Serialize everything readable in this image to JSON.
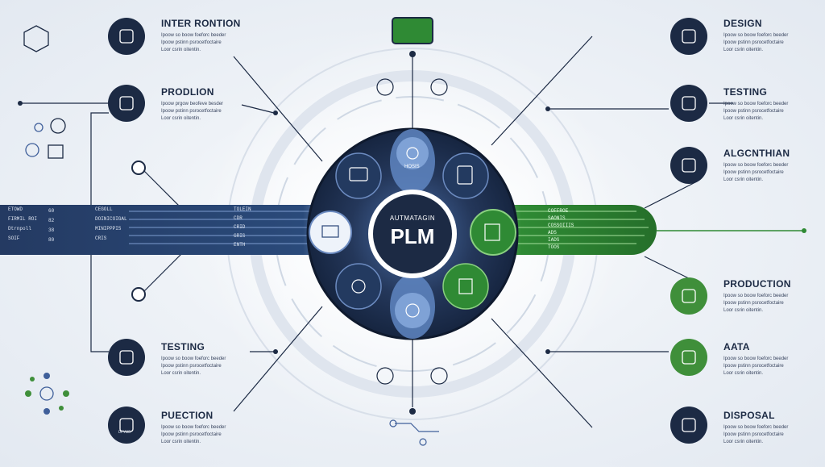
{
  "center": {
    "subtitle": "AUTMATAGIN",
    "title": "PLM"
  },
  "nodes": [
    {
      "id": "interaction",
      "title": "INTER RONTION",
      "desc": [
        "Ipoow so boow foeforc beeder",
        "Ipoow pstinn psrocetfoctaire",
        "Loor csrin oitentin."
      ],
      "icon": "drafting-tools-icon"
    },
    {
      "id": "prodlion",
      "title": "PRODLION",
      "desc": [
        "Ipoow prgow beofeve besder",
        "Ipoow pstinn psrocetfoctaire",
        "Loor csrin oitentin."
      ],
      "icon": "circuit-hand-icon"
    },
    {
      "id": "testing-left",
      "title": "TESTING",
      "desc": [
        "Ipoow so boow foeforc beeder",
        "Ipoow pstinn psrocetfoctaire",
        "Loor csrin oitentin."
      ],
      "icon": "brain-gear-icon"
    },
    {
      "id": "puection",
      "title": "PUECTION",
      "desc": [
        "Ipoow so boow foeforc beeder",
        "Ipoow pstinn psrocetfoctaire",
        "Loor csrin oitentin."
      ],
      "icon": "gear-circuit-icon",
      "badge": "DFYUS"
    },
    {
      "id": "design",
      "title": "DESIGN",
      "desc": [
        "Ipoow so boow foeforc beeder",
        "Ipoow pstinn psrocetfoctaire",
        "Loor csrin oitentin."
      ],
      "icon": "blueprint-icon"
    },
    {
      "id": "testing-right",
      "title": "TESTING",
      "desc": [
        "Ipoow so boow foeforc beeder",
        "Ipoow pstinn psrocetfoctaire",
        "Loor csrin oitentin."
      ],
      "icon": "puzzle-icon"
    },
    {
      "id": "algorithm",
      "title": "ALGCNTHIAN",
      "desc": [
        "Ipoow so boow foeforc beeder",
        "Ipoow pstinn psrocetfoctaire",
        "Loor csrin oitentin."
      ],
      "icon": "robot-arm-icon"
    },
    {
      "id": "production",
      "title": "PRODUCTION",
      "desc": [
        "Ipoow so boow foeforc beeder",
        "Ipoow pstinn psrocetfoctaire",
        "Loor csrin oitentin."
      ],
      "icon": "printer-icon"
    },
    {
      "id": "aata",
      "title": "AATA",
      "desc": [
        "Ipoow so boow foeforc beeder",
        "Ipoow pstinn psrocetfoctaire",
        "Loor csrin oitentin."
      ],
      "icon": "gear-icon"
    },
    {
      "id": "disposal",
      "title": "DISPOSAL",
      "desc": [
        "Ipoow so boow foeforc beeder",
        "Ipoow pstinn psrocetfoctaire",
        "Loor csrin oitentin."
      ],
      "icon": "recycle-icon"
    }
  ],
  "band_left": {
    "col1": [
      "ETOWD",
      "FIRMIL ROI",
      "Dtrnpoll",
      "SOIF"
    ],
    "col2": [
      "CEGOLL",
      "DOINICOIGAL",
      "MINIPPPIS",
      "CRIS"
    ],
    "col3": [
      "TOLEIN",
      "CDR",
      "CRID",
      "GRIS",
      "ENTH"
    ],
    "counts": [
      "60",
      "82",
      "38",
      "80"
    ]
  },
  "band_right": {
    "labels": [
      "COFFROE",
      "SAONIS",
      "COSSOIIIS",
      "ADS",
      "IADS",
      "TOOS"
    ]
  },
  "ring": {
    "top_label": "HOSIS"
  },
  "colors": {
    "navy": "#1c2a44",
    "blue": "#3f5f9a",
    "green": "#3f8f3a",
    "accent_green": "#34c234"
  }
}
